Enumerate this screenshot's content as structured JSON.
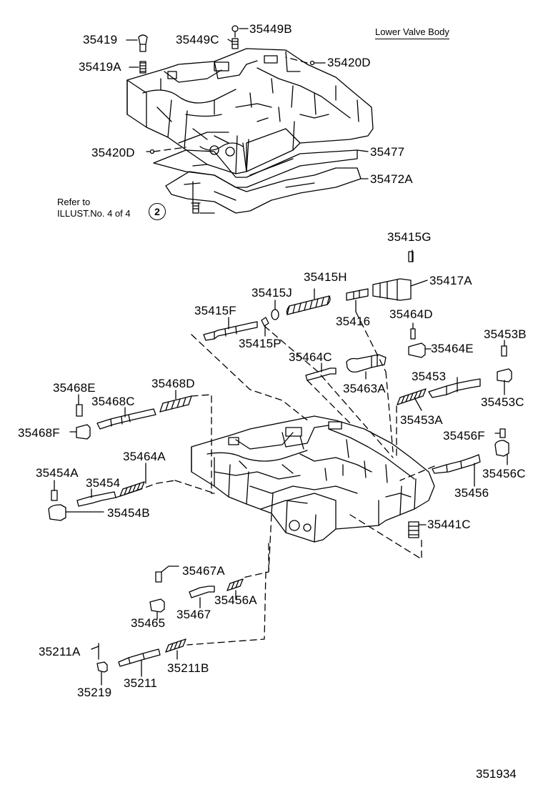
{
  "title": "Lower Valve Body",
  "figure_code": "351934",
  "note": {
    "line1": "Refer to",
    "line2": "ILLUST.No. 4 of 4",
    "circle": "2"
  },
  "parts": {
    "p35419": "35419",
    "p35419A": "35419A",
    "p35449C": "35449C",
    "p35449B": "35449B",
    "p35420D_top": "35420D",
    "p35420D_left": "35420D",
    "p35477": "35477",
    "p35472A": "35472A",
    "p35415G": "35415G",
    "p35415H": "35415H",
    "p35417A": "35417A",
    "p35415J": "35415J",
    "p35415F": "35415F",
    "p35416": "35416",
    "p35464D": "35464D",
    "p35415P": "35415P",
    "p35464E": "35464E",
    "p35453B": "35453B",
    "p35464C": "35464C",
    "p35463A": "35463A",
    "p35453": "35453",
    "p35453C": "35453C",
    "p35468E": "35468E",
    "p35468D": "35468D",
    "p35468C": "35468C",
    "p35453A": "35453A",
    "p35468F": "35468F",
    "p35456F": "35456F",
    "p35464A": "35464A",
    "p35456C": "35456C",
    "p35454A": "35454A",
    "p35454": "35454",
    "p35456": "35456",
    "p35454B": "35454B",
    "p35441C": "35441C",
    "p35467A": "35467A",
    "p35456A": "35456A",
    "p35465": "35465",
    "p35467": "35467",
    "p35211A": "35211A",
    "p35211B": "35211B",
    "p35219": "35219",
    "p35211": "35211"
  }
}
